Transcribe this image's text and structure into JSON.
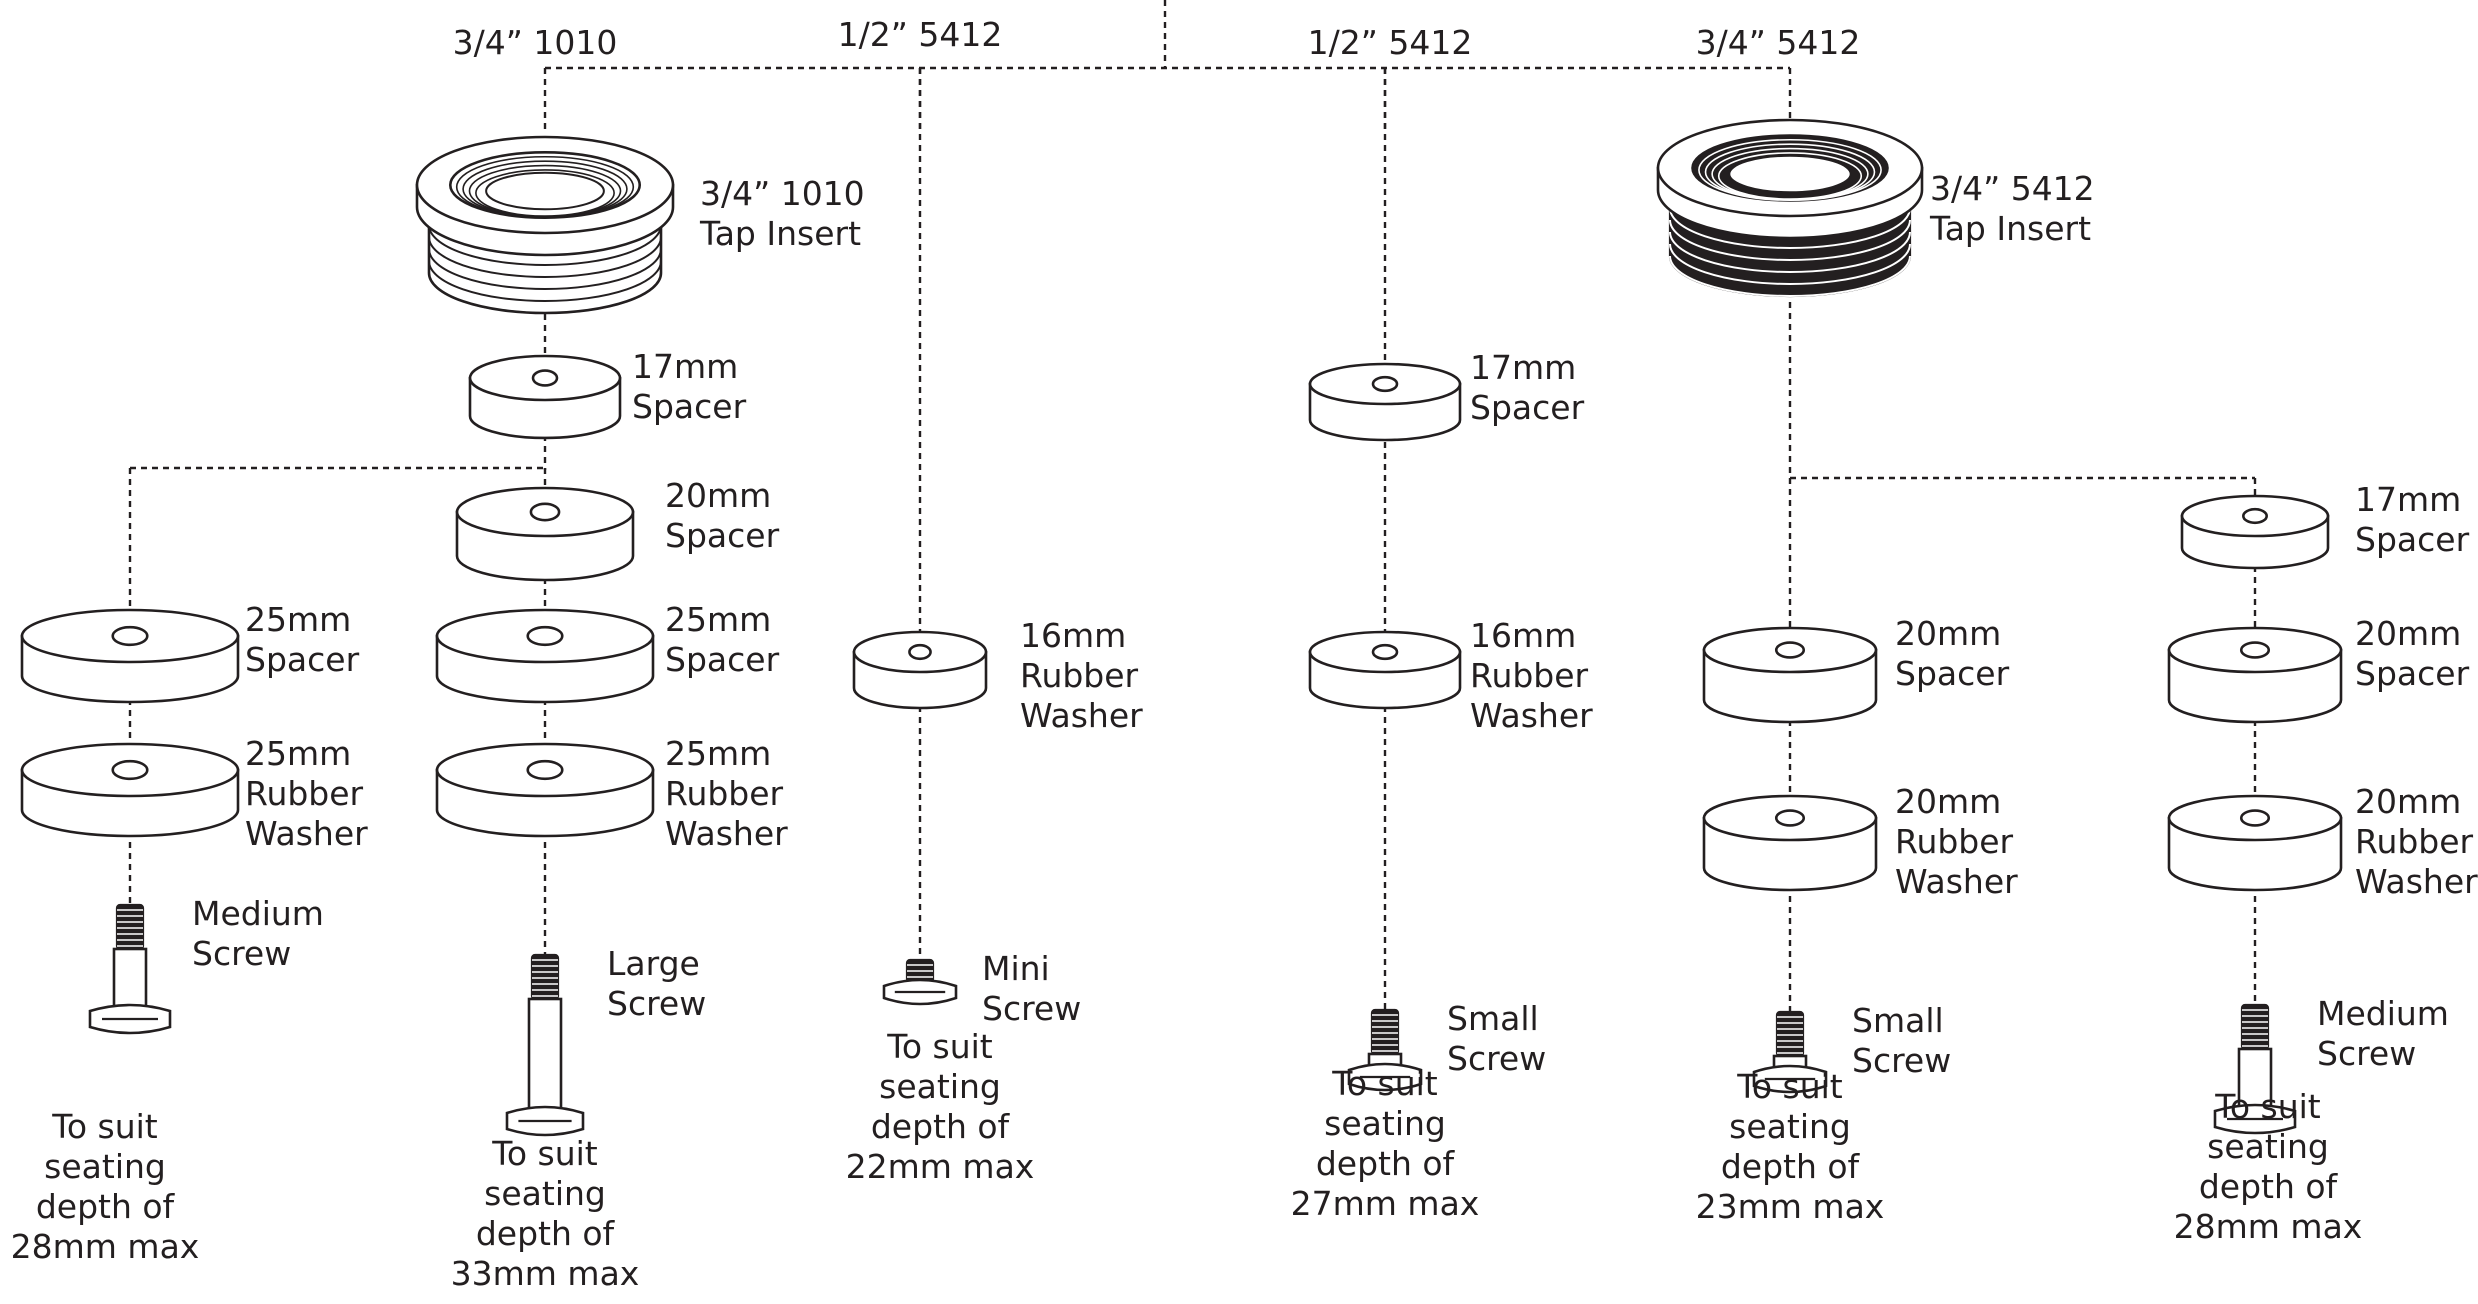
{
  "branches": [
    {
      "label": "3/4” 1010"
    },
    {
      "label": "1/2” 5412"
    },
    {
      "label": "1/2” 5412"
    },
    {
      "label": "3/4” 5412"
    }
  ],
  "tap_inserts": [
    {
      "lines": [
        "3/4” 1010",
        "Tap Insert"
      ]
    },
    {
      "lines": [
        "3/4” 5412",
        "Tap Insert"
      ]
    }
  ],
  "columns": [
    {
      "parts": [
        {
          "lines": [
            "25mm",
            "Spacer"
          ]
        },
        {
          "lines": [
            "25mm",
            "Rubber",
            "Washer"
          ]
        }
      ],
      "screw": {
        "lines": [
          "Medium",
          "Screw"
        ],
        "size": "medium"
      },
      "note": [
        "To suit",
        "seating",
        "depth of",
        "28mm max"
      ]
    },
    {
      "parts": [
        {
          "lines": [
            "20mm",
            "Spacer"
          ]
        },
        {
          "lines": [
            "25mm",
            "Spacer"
          ]
        },
        {
          "lines": [
            "25mm",
            "Rubber",
            "Washer"
          ]
        }
      ],
      "screw": {
        "lines": [
          "Large",
          "Screw"
        ],
        "size": "large"
      },
      "note": [
        "To suit",
        "seating",
        "depth of",
        "33mm max"
      ]
    },
    {
      "parts": [
        {
          "lines": [
            "16mm",
            "Rubber",
            "Washer"
          ]
        }
      ],
      "screw": {
        "lines": [
          "Mini",
          "Screw"
        ],
        "size": "mini"
      },
      "note": [
        "To suit",
        "seating",
        "depth of",
        "22mm max"
      ]
    },
    {
      "parts": [
        {
          "lines": [
            "17mm",
            "Spacer"
          ]
        },
        {
          "lines": [
            "16mm",
            "Rubber",
            "Washer"
          ]
        }
      ],
      "screw": {
        "lines": [
          "Small",
          "Screw"
        ],
        "size": "small"
      },
      "note": [
        "To suit",
        "seating",
        "depth of",
        "27mm max"
      ]
    },
    {
      "parts": [
        {
          "lines": [
            "20mm",
            "Spacer"
          ]
        },
        {
          "lines": [
            "20mm",
            "Rubber",
            "Washer"
          ]
        }
      ],
      "screw": {
        "lines": [
          "Small",
          "Screw"
        ],
        "size": "small"
      },
      "note": [
        "To suit",
        "seating",
        "depth of",
        "23mm max"
      ]
    },
    {
      "parts": [
        {
          "lines": [
            "17mm",
            "Spacer"
          ]
        },
        {
          "lines": [
            "20mm",
            "Spacer"
          ]
        },
        {
          "lines": [
            "20mm",
            "Rubber",
            "Washer"
          ]
        }
      ],
      "screw": {
        "lines": [
          "Medium",
          "Screw"
        ],
        "size": "medium"
      },
      "note": [
        "To suit",
        "seating",
        "depth of",
        "28mm max"
      ]
    }
  ],
  "shared_parts": [
    {
      "lines": [
        "17mm",
        "Spacer"
      ]
    }
  ]
}
